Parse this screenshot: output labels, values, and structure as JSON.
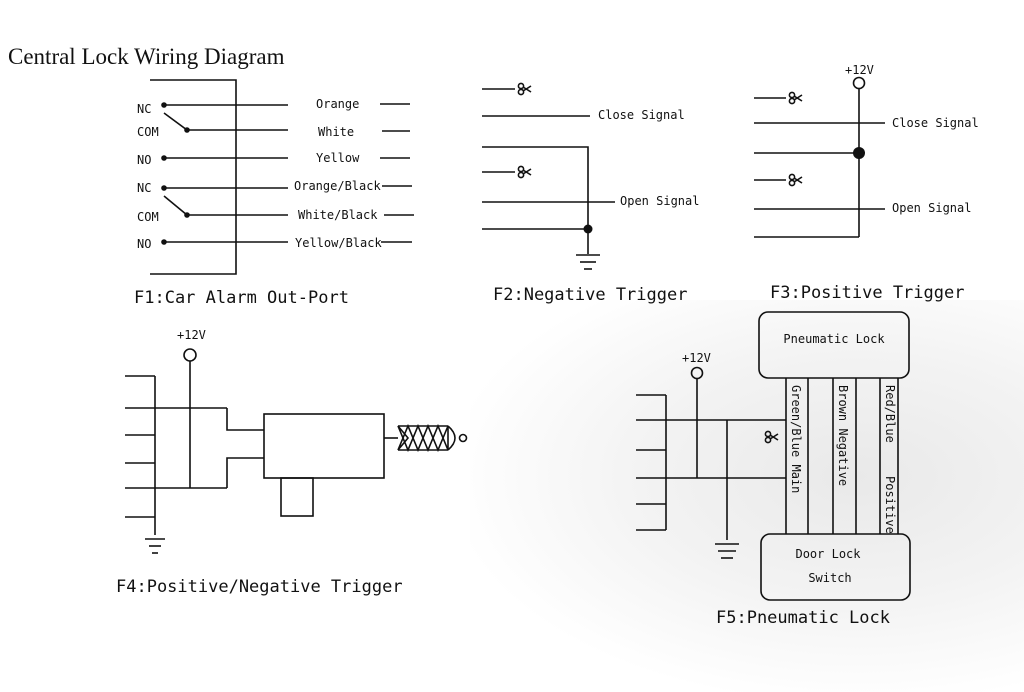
{
  "title": "Central Lock Wiring Diagram",
  "f1": {
    "caption": "F1:Car Alarm Out-Port",
    "pins": [
      "NC",
      "COM",
      "NO",
      "NC",
      "COM",
      "NO"
    ],
    "wires": [
      "Orange",
      "White",
      "Yellow",
      "Orange/Black",
      "White/Black",
      "Yellow/Black"
    ]
  },
  "f2": {
    "caption": "F2:Negative Trigger",
    "close_label": "Close Signal",
    "open_label": "Open Signal"
  },
  "f3": {
    "caption": "F3:Positive Trigger",
    "supply_label": "+12V",
    "close_label": "Close Signal",
    "open_label": "Open Signal"
  },
  "f4": {
    "caption": "F4:Positive/Negative Trigger",
    "supply_label": "+12V"
  },
  "f5": {
    "caption": "F5:Pneumatic Lock",
    "supply_label": "+12V",
    "lock_label": "Pneumatic Lock",
    "switch_line1": "Door Lock",
    "switch_line2": "Switch",
    "wire_green": "Green/Blue Main",
    "wire_brown": "Brown Negative",
    "wire_red_top": "Red/Blue",
    "wire_red_bottom": "Positive"
  }
}
